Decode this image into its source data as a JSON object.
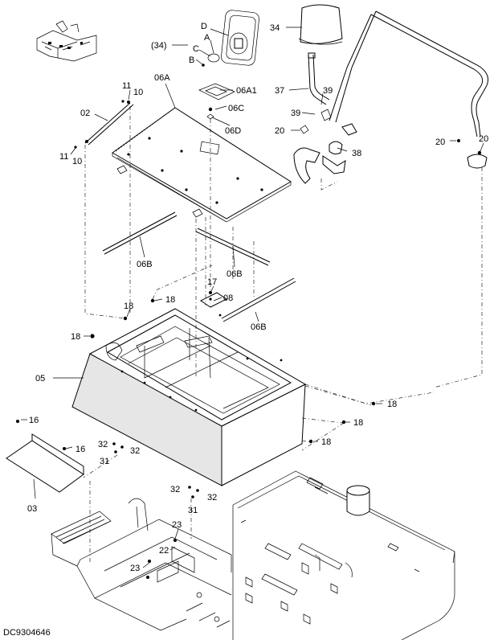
{
  "callouts": {
    "c01": "D",
    "c02": "A",
    "c03": "C",
    "c04": "B",
    "c05": "(34)",
    "c06": "34",
    "c07": "06A",
    "c08": "11",
    "c09": "10",
    "c10": "02",
    "c11": "06A1",
    "c12": "06C",
    "c13": "06D",
    "c14": "37",
    "c15": "39",
    "c16": "39",
    "c17": "20",
    "c18": "38",
    "c19": "20",
    "c20": "20",
    "c21": "11",
    "c22": "10",
    "c23": "06B",
    "c24": "06B",
    "c25": "17",
    "c26": "08",
    "c27": "18",
    "c28": "18",
    "c29": "06B",
    "c30": "18",
    "c31": "05",
    "c32": "18",
    "c33": "16",
    "c34": "16",
    "c35": "18",
    "c36": "32",
    "c37": "31",
    "c38": "32",
    "c39": "18",
    "c40": "32",
    "c41": "31",
    "c42": "32",
    "c43": "03",
    "c44": "23",
    "c45": "22",
    "c46": "23"
  },
  "footer": {
    "drawing_code": "DC9304646"
  }
}
